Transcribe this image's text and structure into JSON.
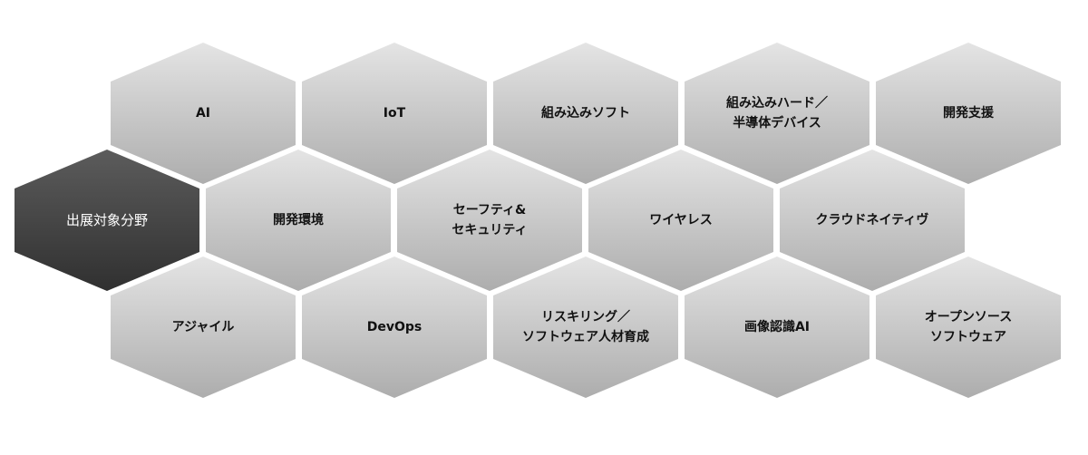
{
  "colors": {
    "light_top": "#e4e4e4",
    "light_bottom": "#adadad",
    "dark_top": "#5c5c5c",
    "dark_bottom": "#303030"
  },
  "rows": [
    [
      {
        "lines": [
          "AI"
        ]
      },
      {
        "lines": [
          "IoT"
        ]
      },
      {
        "lines": [
          "組み込みソフト"
        ]
      },
      {
        "lines": [
          "組み込みハード／",
          "半導体デバイス"
        ]
      },
      {
        "lines": [
          "開発支援"
        ]
      }
    ],
    [
      {
        "lines": [
          "出展対象分野"
        ],
        "dark": true
      },
      {
        "lines": [
          "開発環境"
        ]
      },
      {
        "lines": [
          "セーフティ&",
          "セキュリティ"
        ]
      },
      {
        "lines": [
          "ワイヤレス"
        ]
      },
      {
        "lines": [
          "クラウドネイティヴ"
        ]
      }
    ],
    [
      {
        "lines": [
          "アジャイル"
        ]
      },
      {
        "lines": [
          "DevOps"
        ]
      },
      {
        "lines": [
          "リスキリング／",
          "ソフトウェア人材育成"
        ]
      },
      {
        "lines": [
          "画像認識AI"
        ]
      },
      {
        "lines": [
          "オープンソース",
          "ソフトウェア"
        ]
      }
    ]
  ]
}
